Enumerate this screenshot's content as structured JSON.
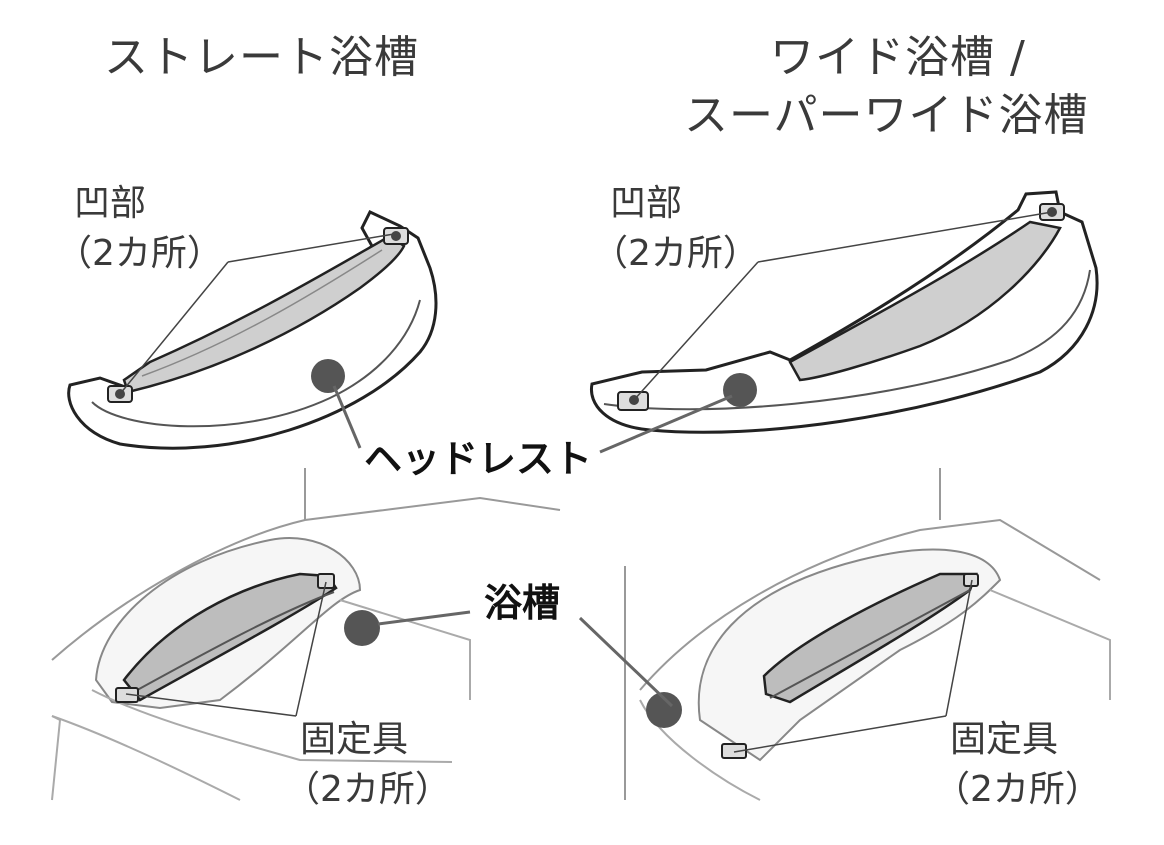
{
  "titles": {
    "left": "ストレート浴槽",
    "right_line1": "ワイド浴槽 /",
    "right_line2": "スーパーワイド浴槽"
  },
  "labels": {
    "recess_left_1": "凹部",
    "recess_left_2": "（2カ所）",
    "recess_right_1": "凹部",
    "recess_right_2": "（2カ所）",
    "headrest": "ヘッドレスト",
    "bathtub": "浴槽",
    "fixture_left_1": "固定具",
    "fixture_left_2": "（2カ所）",
    "fixture_right_1": "固定具",
    "fixture_right_2": "（2カ所）"
  }
}
